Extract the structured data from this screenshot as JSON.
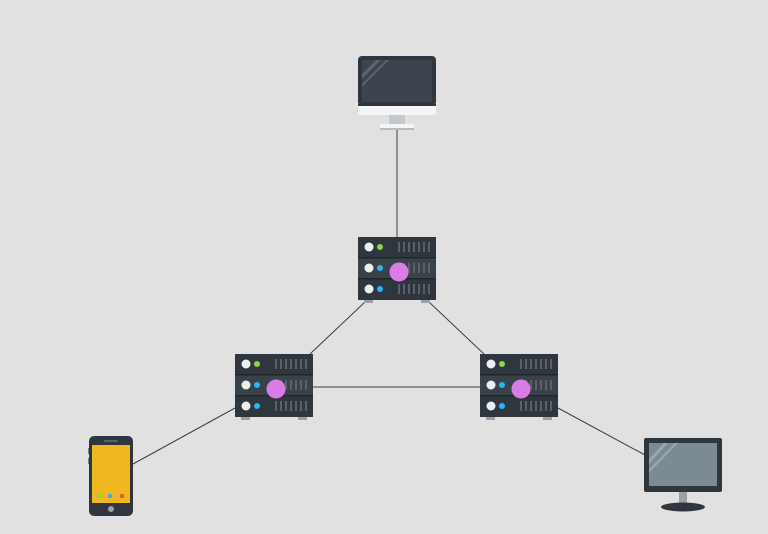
{
  "diagram": {
    "background": "#e1e1e1",
    "nodes": [
      {
        "id": "desktop",
        "icon": "desktop-monitor-icon"
      },
      {
        "id": "server-top",
        "icon": "server-icon"
      },
      {
        "id": "server-left",
        "icon": "server-icon"
      },
      {
        "id": "server-right",
        "icon": "server-icon"
      },
      {
        "id": "smartphone",
        "icon": "smartphone-icon"
      },
      {
        "id": "monitor",
        "icon": "display-monitor-icon"
      }
    ],
    "edges": [
      {
        "from": "desktop",
        "to": "server-top"
      },
      {
        "from": "server-top",
        "to": "server-left"
      },
      {
        "from": "server-top",
        "to": "server-right"
      },
      {
        "from": "server-left",
        "to": "server-right"
      },
      {
        "from": "server-left",
        "to": "smartphone"
      },
      {
        "from": "server-right",
        "to": "monitor"
      }
    ],
    "colors": {
      "device_dark": "#2f363d",
      "device_mid": "#414950",
      "screen": "#3c454d",
      "accent_magenta": "#d97ce8",
      "accent_green": "#8bd64a",
      "accent_blue": "#29b6f6",
      "phone_body": "#f0b721",
      "line": "#3a3f44"
    }
  }
}
